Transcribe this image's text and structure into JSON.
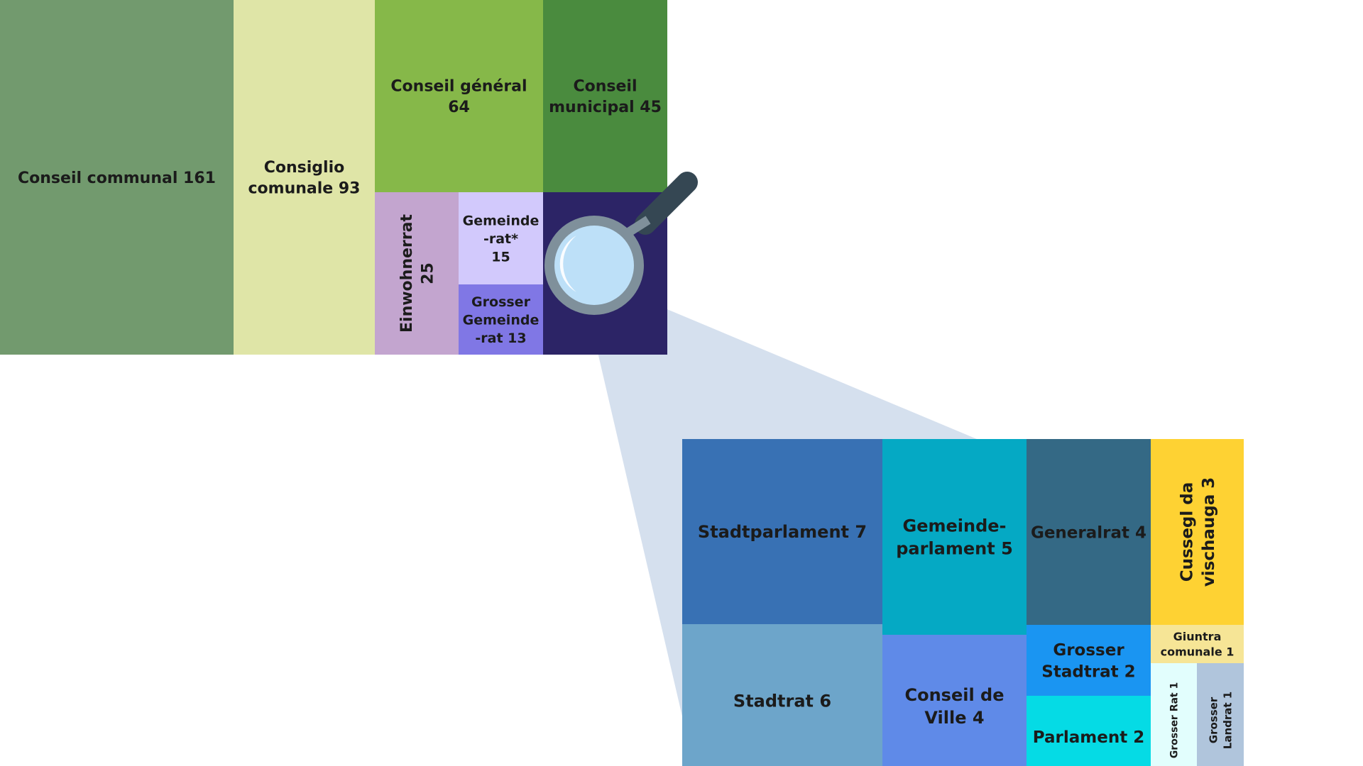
{
  "chart_data": [
    {
      "type": "treemap",
      "title": "",
      "items": [
        {
          "lines": [
            "Conseil communal 161"
          ],
          "value": 161,
          "color": "#729a6e"
        },
        {
          "lines": [
            "Consiglio",
            "comunale 93"
          ],
          "value": 93,
          "color": "#dfe5a7"
        },
        {
          "lines": [
            "Conseil général",
            "64"
          ],
          "value": 64,
          "color": "#86b849"
        },
        {
          "lines": [
            "Conseil",
            "municipal 45"
          ],
          "value": 45,
          "color": "#4a8b3e"
        },
        {
          "lines": [
            "Einwohnerrat",
            "25"
          ],
          "value": 25,
          "color": "#c3a5cf",
          "vertical": true
        },
        {
          "lines": [
            "Gemeinde",
            "-rat*",
            "15"
          ],
          "value": 15,
          "color": "#d2c9fc"
        },
        {
          "lines": [
            "Grosser",
            "Gemeinde",
            "-rat 13"
          ],
          "value": 13,
          "color": "#8077e5"
        },
        {
          "lines": [],
          "value": 49,
          "color": "#2c2466",
          "note": "other (zoomed)"
        }
      ]
    },
    {
      "type": "treemap",
      "title": "",
      "items": [
        {
          "lines": [
            "Stadtparlament 7"
          ],
          "value": 7,
          "color": "#3871b4"
        },
        {
          "lines": [
            "Stadtrat 6"
          ],
          "value": 6,
          "color": "#6da5ca"
        },
        {
          "lines": [
            "Gemeinde-",
            "parlament 5"
          ],
          "value": 5,
          "color": "#05a9c4"
        },
        {
          "lines": [
            "Conseil de",
            "Ville 4"
          ],
          "value": 4,
          "color": "#5f8ae8"
        },
        {
          "lines": [
            "Generalrat 4"
          ],
          "value": 4,
          "color": "#346985"
        },
        {
          "lines": [
            "Grosser",
            "Stadtrat 2"
          ],
          "value": 2,
          "color": "#1a95f2"
        },
        {
          "lines": [
            "Parlament 2"
          ],
          "value": 2,
          "color": "#05dbe5"
        },
        {
          "lines": [
            "Cussegl da",
            "vischauga 3"
          ],
          "value": 3,
          "color": "#fed233",
          "vertical": true
        },
        {
          "lines": [
            "Giuntra",
            "comunale 1"
          ],
          "value": 1,
          "color": "#f6e596"
        },
        {
          "lines": [
            "Grosser Rat 1"
          ],
          "value": 1,
          "color": "#e2fefd",
          "vertical": true
        },
        {
          "lines": [
            "Grosser",
            "Landrat 1"
          ],
          "value": 1,
          "color": "#b0c5dc",
          "vertical": true
        }
      ]
    }
  ],
  "palette": {
    "zoom_cone": "#cfdcec",
    "lens_ring": "#7f909b",
    "lens_glass": "#bde0f8",
    "lens_handle": "#354753",
    "label_text": "#1b1b1b"
  },
  "icons": {
    "zoom": "magnifying-glass-icon"
  }
}
